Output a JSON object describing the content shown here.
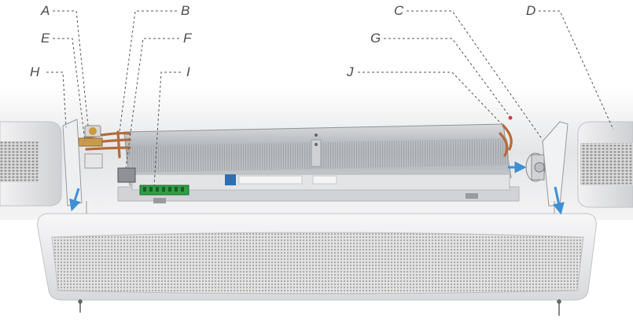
{
  "callouts": [
    {
      "id": "A",
      "label": "A"
    },
    {
      "id": "B",
      "label": "B"
    },
    {
      "id": "C",
      "label": "C"
    },
    {
      "id": "D",
      "label": "D"
    },
    {
      "id": "E",
      "label": "E"
    },
    {
      "id": "F",
      "label": "F"
    },
    {
      "id": "G",
      "label": "G"
    },
    {
      "id": "H",
      "label": "H"
    },
    {
      "id": "I",
      "label": "I"
    },
    {
      "id": "J",
      "label": "J"
    }
  ],
  "colors": {
    "housing": "#e6e7e9",
    "coil_fins": "#b9bcc0",
    "copper": "#b46a3c",
    "circuit_board": "#2e9e44",
    "arrow": "#3d8fd6",
    "leader_line": "#555555",
    "grille": "#6a6a6a"
  }
}
